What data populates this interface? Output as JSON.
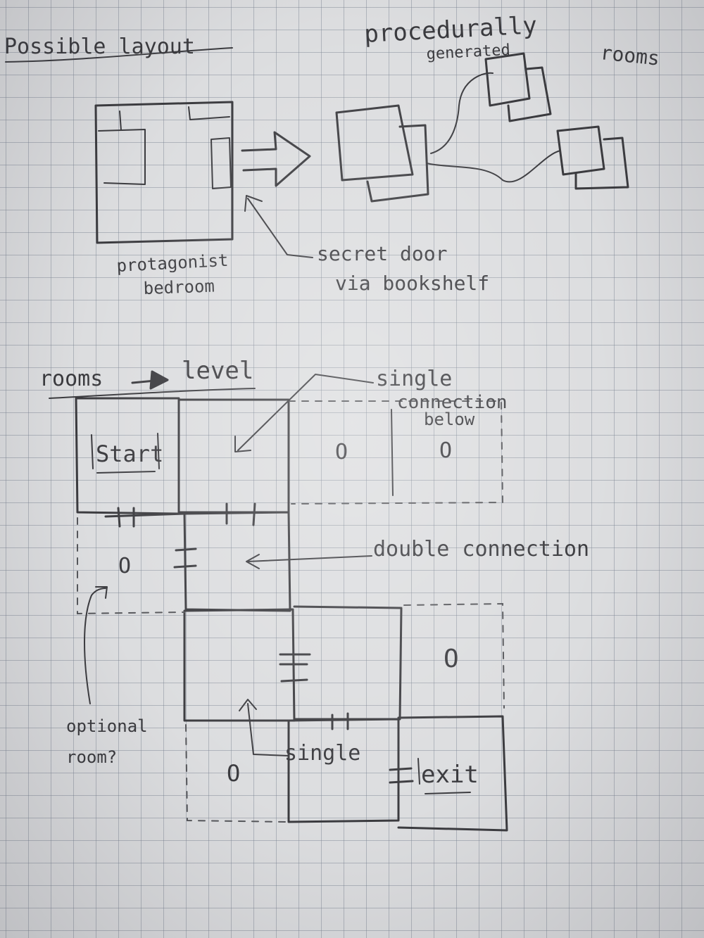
{
  "top_section": {
    "title": "Possible layout",
    "procedural_label_line1": "procedurally",
    "procedural_label_line2": "generated",
    "procedural_label_line3": "rooms",
    "bedroom_label_line1": "protagonist",
    "bedroom_label_line2": "bedroom",
    "secret_door_line1": "secret door",
    "secret_door_line2": "via bookshelf"
  },
  "bottom_section": {
    "title_left": "rooms",
    "title_right": "level",
    "single_connection_line1": "single",
    "single_connection_line2": "connection",
    "single_connection_line3": "below",
    "double_connection": "double connection",
    "optional_line1": "optional",
    "optional_line2": "room?",
    "single": "single",
    "start_label": "Start",
    "exit_label": "exit",
    "optional_marker": "O"
  }
}
